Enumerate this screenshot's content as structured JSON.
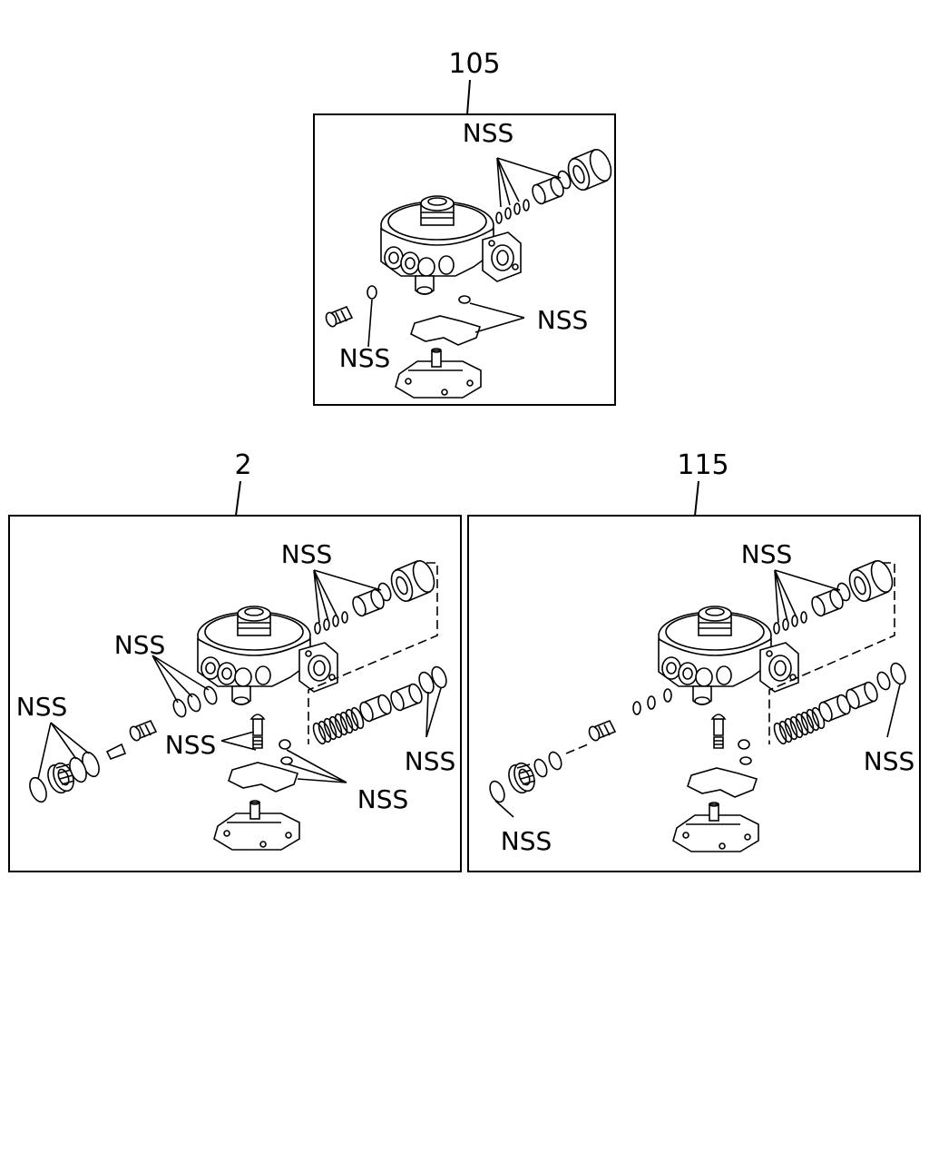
{
  "panels": [
    {
      "ref": "105",
      "labels": [
        "NSS",
        "NSS",
        "NSS"
      ]
    },
    {
      "ref": "2",
      "labels": [
        "NSS",
        "NSS",
        "NSS",
        "NSS",
        "NSS",
        "NSS"
      ]
    },
    {
      "ref": "115",
      "labels": [
        "NSS",
        "NSS",
        "NSS"
      ]
    }
  ]
}
